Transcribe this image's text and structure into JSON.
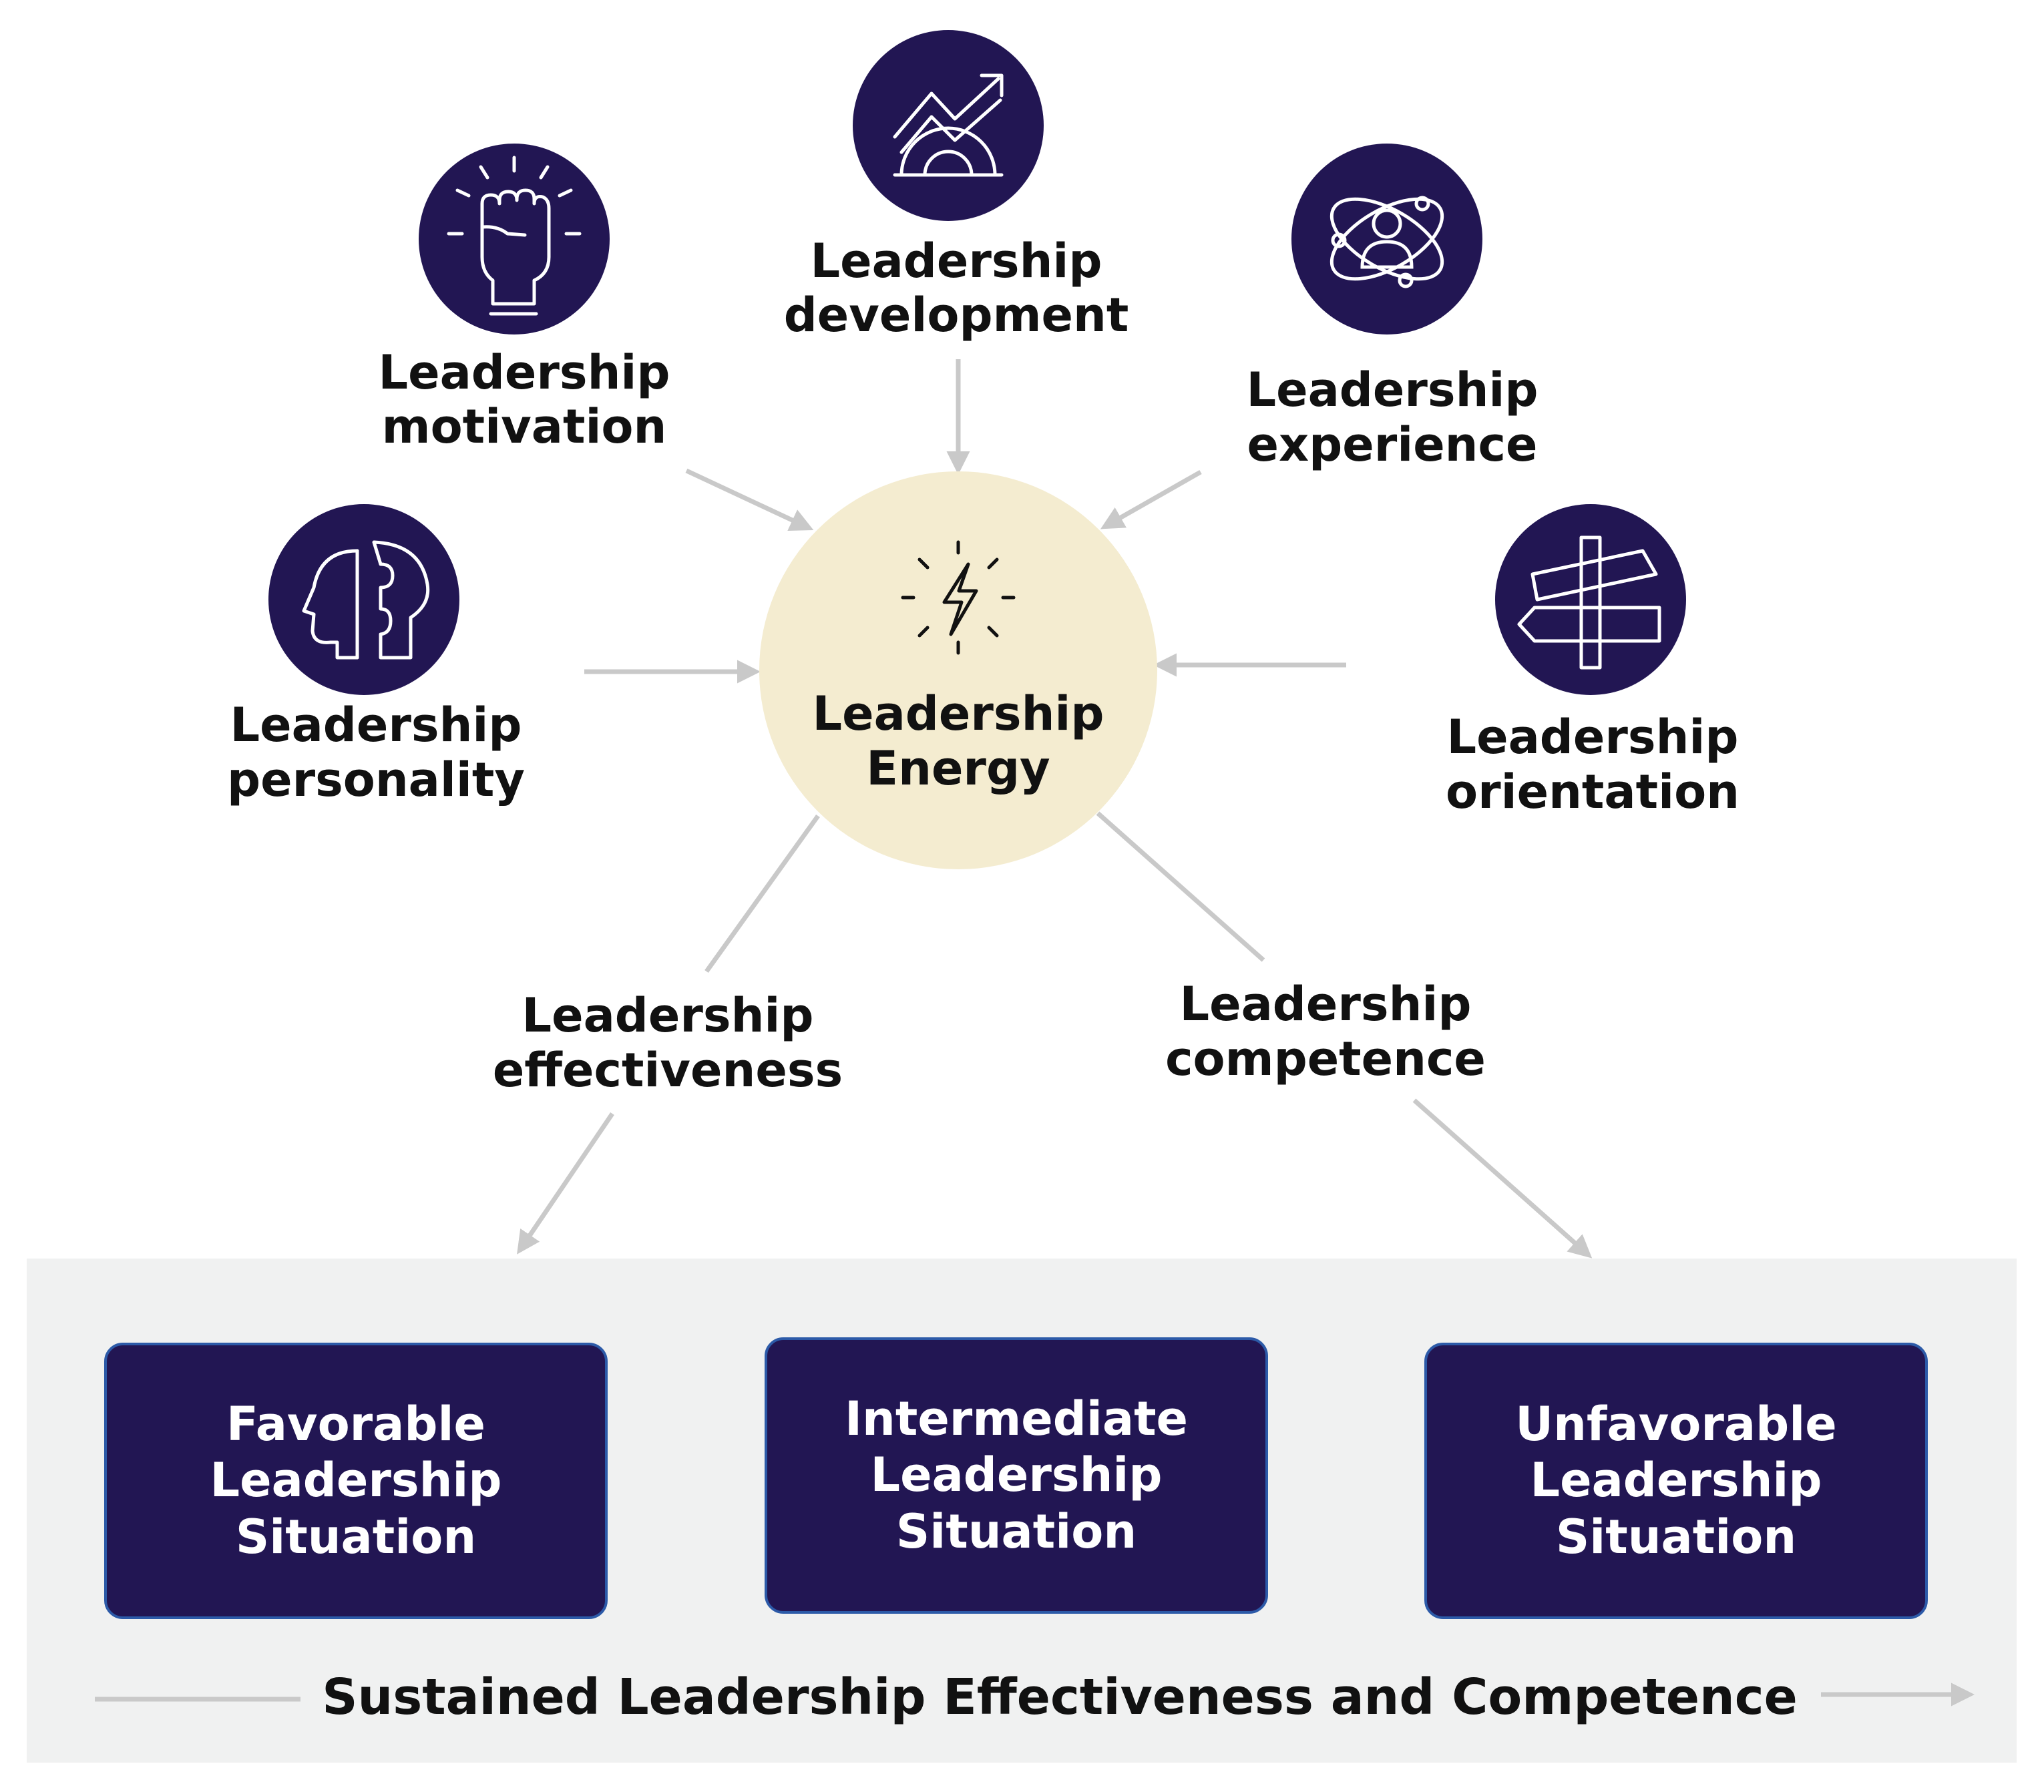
{
  "colors": {
    "navy": "#221653",
    "navy_border": "#2c5aa8",
    "center_fill": "#f4ecd0",
    "arrow": "#c9c9c9",
    "panel": "#f0f1f1",
    "text": "#111111",
    "box_text": "#ffffff"
  },
  "center": {
    "line1": "Leadership",
    "line2": "Energy",
    "icon": "lightning-bolt-icon"
  },
  "inputs": [
    {
      "id": "motivation",
      "line1": "Leadership",
      "line2": "motivation",
      "icon": "raised-fist-icon"
    },
    {
      "id": "development",
      "line1": "Leadership",
      "line2": "development",
      "icon": "growth-gear-icon"
    },
    {
      "id": "experience",
      "line1": "Leadership",
      "line2": "experience",
      "icon": "atom-person-icon"
    },
    {
      "id": "personality",
      "line1": "Leadership",
      "line2": "personality",
      "icon": "puzzle-head-icon"
    },
    {
      "id": "orientation",
      "line1": "Leadership",
      "line2": "orientation",
      "icon": "signpost-icon"
    }
  ],
  "outputs": [
    {
      "id": "effectiveness",
      "line1": "Leadership",
      "line2": "effectiveness"
    },
    {
      "id": "competence",
      "line1": "Leadership",
      "line2": "competence"
    }
  ],
  "situations": [
    {
      "line1": "Favorable",
      "line2": "Leadership",
      "line3": "Situation"
    },
    {
      "line1": "Intermediate",
      "line2": "Leadership",
      "line3": "Situation"
    },
    {
      "line1": "Unfavorable",
      "line2": "Leadership",
      "line3": "Situation"
    }
  ],
  "footer": "Sustained Leadership Effectiveness and Competence"
}
